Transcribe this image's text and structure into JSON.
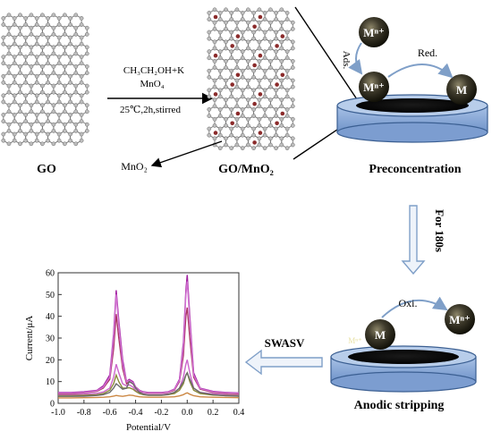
{
  "labels": {
    "go": "GO",
    "go_mno2": "GO/MnO₂",
    "preconcentration": "Preconcentration",
    "anodic_stripping": "Anodic stripping",
    "mno2": "MnO₂",
    "reagent_line1": "CH₃CH₂OH+K",
    "reagent_line2": "MnO₄",
    "reagent_line3": "25℃,2h,stirred",
    "ads": "Ads.",
    "red": "Red.",
    "oxi": "Oxi.",
    "for_180s": "For 180s",
    "swasv": "SWASV",
    "ion": "Mⁿ⁺",
    "metal": "M",
    "faint_ion": "Mⁿ⁺"
  },
  "chart_data": {
    "type": "line",
    "xlabel": "Potential/V",
    "ylabel": "Current/μA",
    "xlim": [
      -1.0,
      0.4
    ],
    "ylim": [
      0,
      60
    ],
    "xticks": [
      "-1.0",
      "-0.8",
      "-0.6",
      "-0.4",
      "-0.2",
      "0.0",
      "0.2",
      "0.4"
    ],
    "xtick_values": [
      -1.0,
      -0.8,
      -0.6,
      -0.4,
      -0.2,
      0.0,
      0.2,
      0.4
    ],
    "yticks": [
      "0",
      "10",
      "20",
      "30",
      "40",
      "50",
      "60"
    ],
    "ytick_values": [
      0,
      10,
      20,
      30,
      40,
      50,
      60
    ],
    "x": [
      -1.0,
      -0.9,
      -0.8,
      -0.7,
      -0.65,
      -0.6,
      -0.57,
      -0.55,
      -0.53,
      -0.5,
      -0.47,
      -0.45,
      -0.42,
      -0.4,
      -0.37,
      -0.34,
      -0.3,
      -0.2,
      -0.15,
      -0.1,
      -0.06,
      -0.03,
      -0.01,
      0.0,
      0.02,
      0.05,
      0.1,
      0.2,
      0.3,
      0.4
    ],
    "series": [
      {
        "color": "#cc66cc",
        "values": [
          4,
          4,
          4.2,
          4.6,
          5.2,
          7,
          12,
          18,
          14,
          9,
          8,
          8.5,
          7.5,
          6,
          4.8,
          4.3,
          4,
          4,
          4.3,
          5,
          7,
          12,
          18,
          20,
          14,
          7,
          5,
          4.3,
          4,
          3.8
        ]
      },
      {
        "color": "#8a8a3a",
        "values": [
          3.5,
          3.5,
          3.7,
          4,
          4.5,
          6,
          9,
          13,
          10,
          7,
          7,
          7.2,
          6.5,
          5.5,
          4.5,
          4,
          3.7,
          3.7,
          4,
          4.5,
          6,
          9,
          13,
          14,
          10,
          6,
          4.5,
          3.8,
          3.6,
          3.5
        ]
      },
      {
        "color": "#aa3366",
        "values": [
          4.5,
          4.5,
          4.8,
          5.5,
          7,
          11,
          25,
          41,
          30,
          16,
          9,
          10,
          9,
          7,
          5.5,
          5,
          4.7,
          4.7,
          5,
          6,
          10,
          22,
          40,
          44,
          30,
          12,
          6.5,
          5,
          4.6,
          4.4
        ]
      },
      {
        "color": "#a020a0",
        "values": [
          5,
          5,
          5.3,
          6,
          8,
          13,
          32,
          52,
          38,
          20,
          10,
          11,
          10,
          7.5,
          6,
          5.3,
          5,
          5,
          5.3,
          6.5,
          11,
          28,
          52,
          59,
          40,
          14,
          7,
          5.5,
          5,
          4.8
        ]
      },
      {
        "color": "#d070d0",
        "values": [
          4.8,
          4.8,
          5,
          5.8,
          7.5,
          12,
          30,
          50,
          36,
          18,
          10,
          10.5,
          9.5,
          7.2,
          5.8,
          5.1,
          4.9,
          4.9,
          5.2,
          6.3,
          10.5,
          26,
          50,
          56,
          38,
          13,
          6.8,
          5.3,
          4.9,
          4.7
        ]
      },
      {
        "color": "#cc8844",
        "values": [
          2.5,
          2.5,
          2.6,
          2.7,
          2.8,
          3,
          3.3,
          3.6,
          3.4,
          3.2,
          3.5,
          3.8,
          3.6,
          3.3,
          3,
          2.9,
          2.8,
          2.8,
          2.9,
          3,
          3.4,
          4,
          4.6,
          4.8,
          4.2,
          3.5,
          3,
          2.8,
          2.7,
          2.6
        ]
      },
      {
        "color": "#6a6a6a",
        "values": [
          3.2,
          3.2,
          3.3,
          3.6,
          4,
          5,
          7,
          9,
          8,
          6.5,
          7,
          10,
          9,
          7,
          5,
          4.2,
          3.8,
          3.8,
          4.1,
          5,
          7,
          10,
          13,
          14,
          11,
          7,
          5,
          4,
          3.5,
          3.3
        ]
      }
    ]
  }
}
